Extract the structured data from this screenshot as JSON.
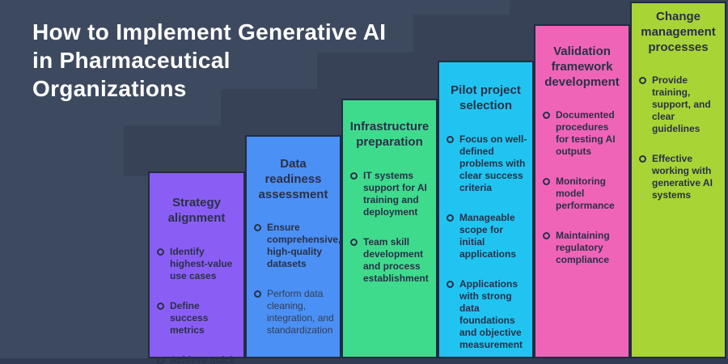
{
  "title": {
    "line1": "How to Implement Generative AI",
    "line2": "in Pharmaceutical",
    "line3": "Organizations"
  },
  "colors": {
    "background": "#3D495E",
    "shadow_step": "#374257",
    "base_strip": "#313B51",
    "column_border": "#222B41",
    "text_dark": "#2A3148",
    "title_text": "#FFFFFF",
    "step1": "#8A5EF5",
    "step2": "#4B90F4",
    "step3": "#3FDB8D",
    "step4": "#21C4F1",
    "step5": "#F064B8",
    "step6": "#A8D436"
  },
  "columns": [
    {
      "title": "Strategy alignment",
      "bullets": [
        {
          "text": "Identify highest-value use cases"
        },
        {
          "text": "Define success metrics"
        },
        {
          "text": "Achieve quick wins"
        }
      ]
    },
    {
      "title": "Data readiness assessment",
      "bullets": [
        {
          "text": "Ensure comprehensive, high-quality datasets"
        },
        {
          "text": "Perform data cleaning, integration, and standardization"
        }
      ]
    },
    {
      "title": "Infrastructure preparation",
      "bullets": [
        {
          "text": "IT systems support for AI training and deployment"
        },
        {
          "text": "Team skill development and process establishment"
        }
      ]
    },
    {
      "title": "Pilot project selection",
      "bullets": [
        {
          "text": "Focus on well-defined problems with clear success criteria"
        },
        {
          "text": "Manageable scope for initial applications"
        },
        {
          "text": "Applications with strong data foundations and objective measurement"
        }
      ]
    },
    {
      "title": "Validation framework development",
      "bullets": [
        {
          "text": "Documented procedures for testing AI outputs"
        },
        {
          "text": "Monitoring model performance"
        },
        {
          "text": "Maintaining regulatory compliance"
        }
      ]
    },
    {
      "title": "Change management processes",
      "bullets": [
        {
          "text": "Provide training, support, and clear guidelines"
        },
        {
          "text": "Effective working with generative AI systems"
        }
      ]
    }
  ]
}
